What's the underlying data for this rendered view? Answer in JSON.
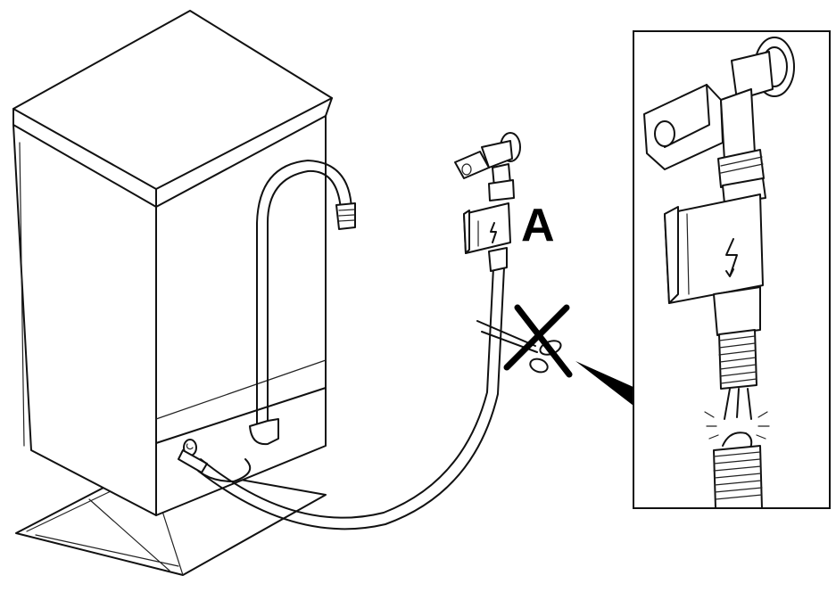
{
  "diagram": {
    "callout_label": "A",
    "icons": {
      "machine": "dishwasher-illustration",
      "tap": "water-tap-icon",
      "valve": "aquastop-valve-icon",
      "lightning": "lightning-bolt-icon",
      "forbidden": "cross-mark-icon",
      "scissors": "scissors-icon",
      "detail": "magnified-detail-inset"
    },
    "colors": {
      "line": "#111111",
      "background": "#ffffff"
    }
  }
}
